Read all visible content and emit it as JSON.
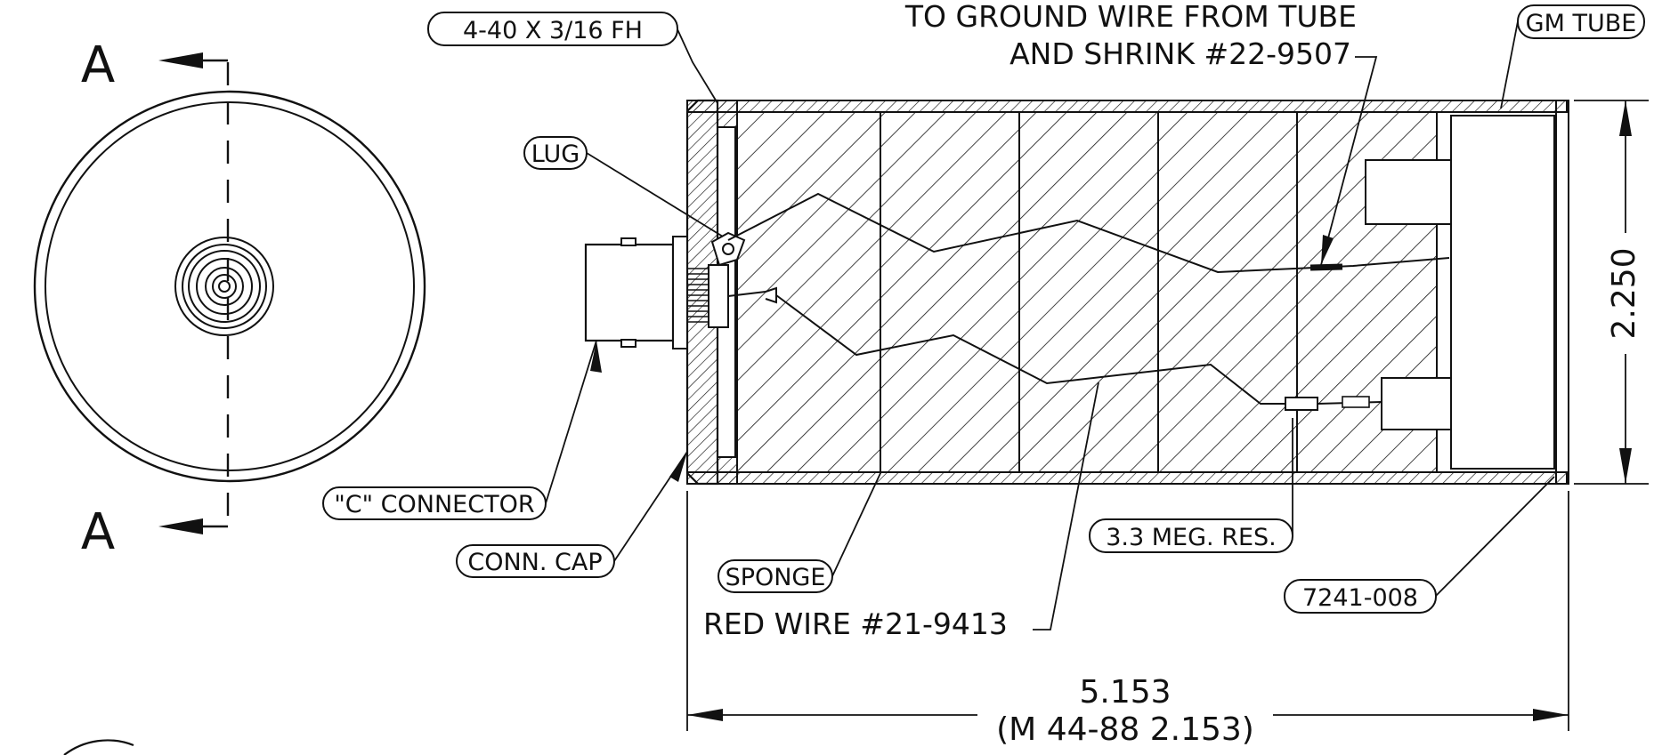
{
  "section_letters": {
    "top": "A",
    "bottom": "A"
  },
  "callouts": {
    "screw": "4-40 X 3/16 FH",
    "lug": "LUG",
    "connector": "\"C\" CONNECTOR",
    "conn_cap": "CONN. CAP",
    "sponge": "SPONGE",
    "gm_tube": "GM TUBE",
    "resistor": "3.3 MEG. RES.",
    "housing": "7241-008"
  },
  "notes": {
    "ground_line1": "TO GROUND WIRE FROM TUBE",
    "ground_line2": "AND SHRINK #22-9507",
    "red_wire": "RED WIRE #21-9413"
  },
  "dimensions": {
    "length": "5.153",
    "length_alt": "(M 44-88 2.153)",
    "diameter": "2.250"
  }
}
